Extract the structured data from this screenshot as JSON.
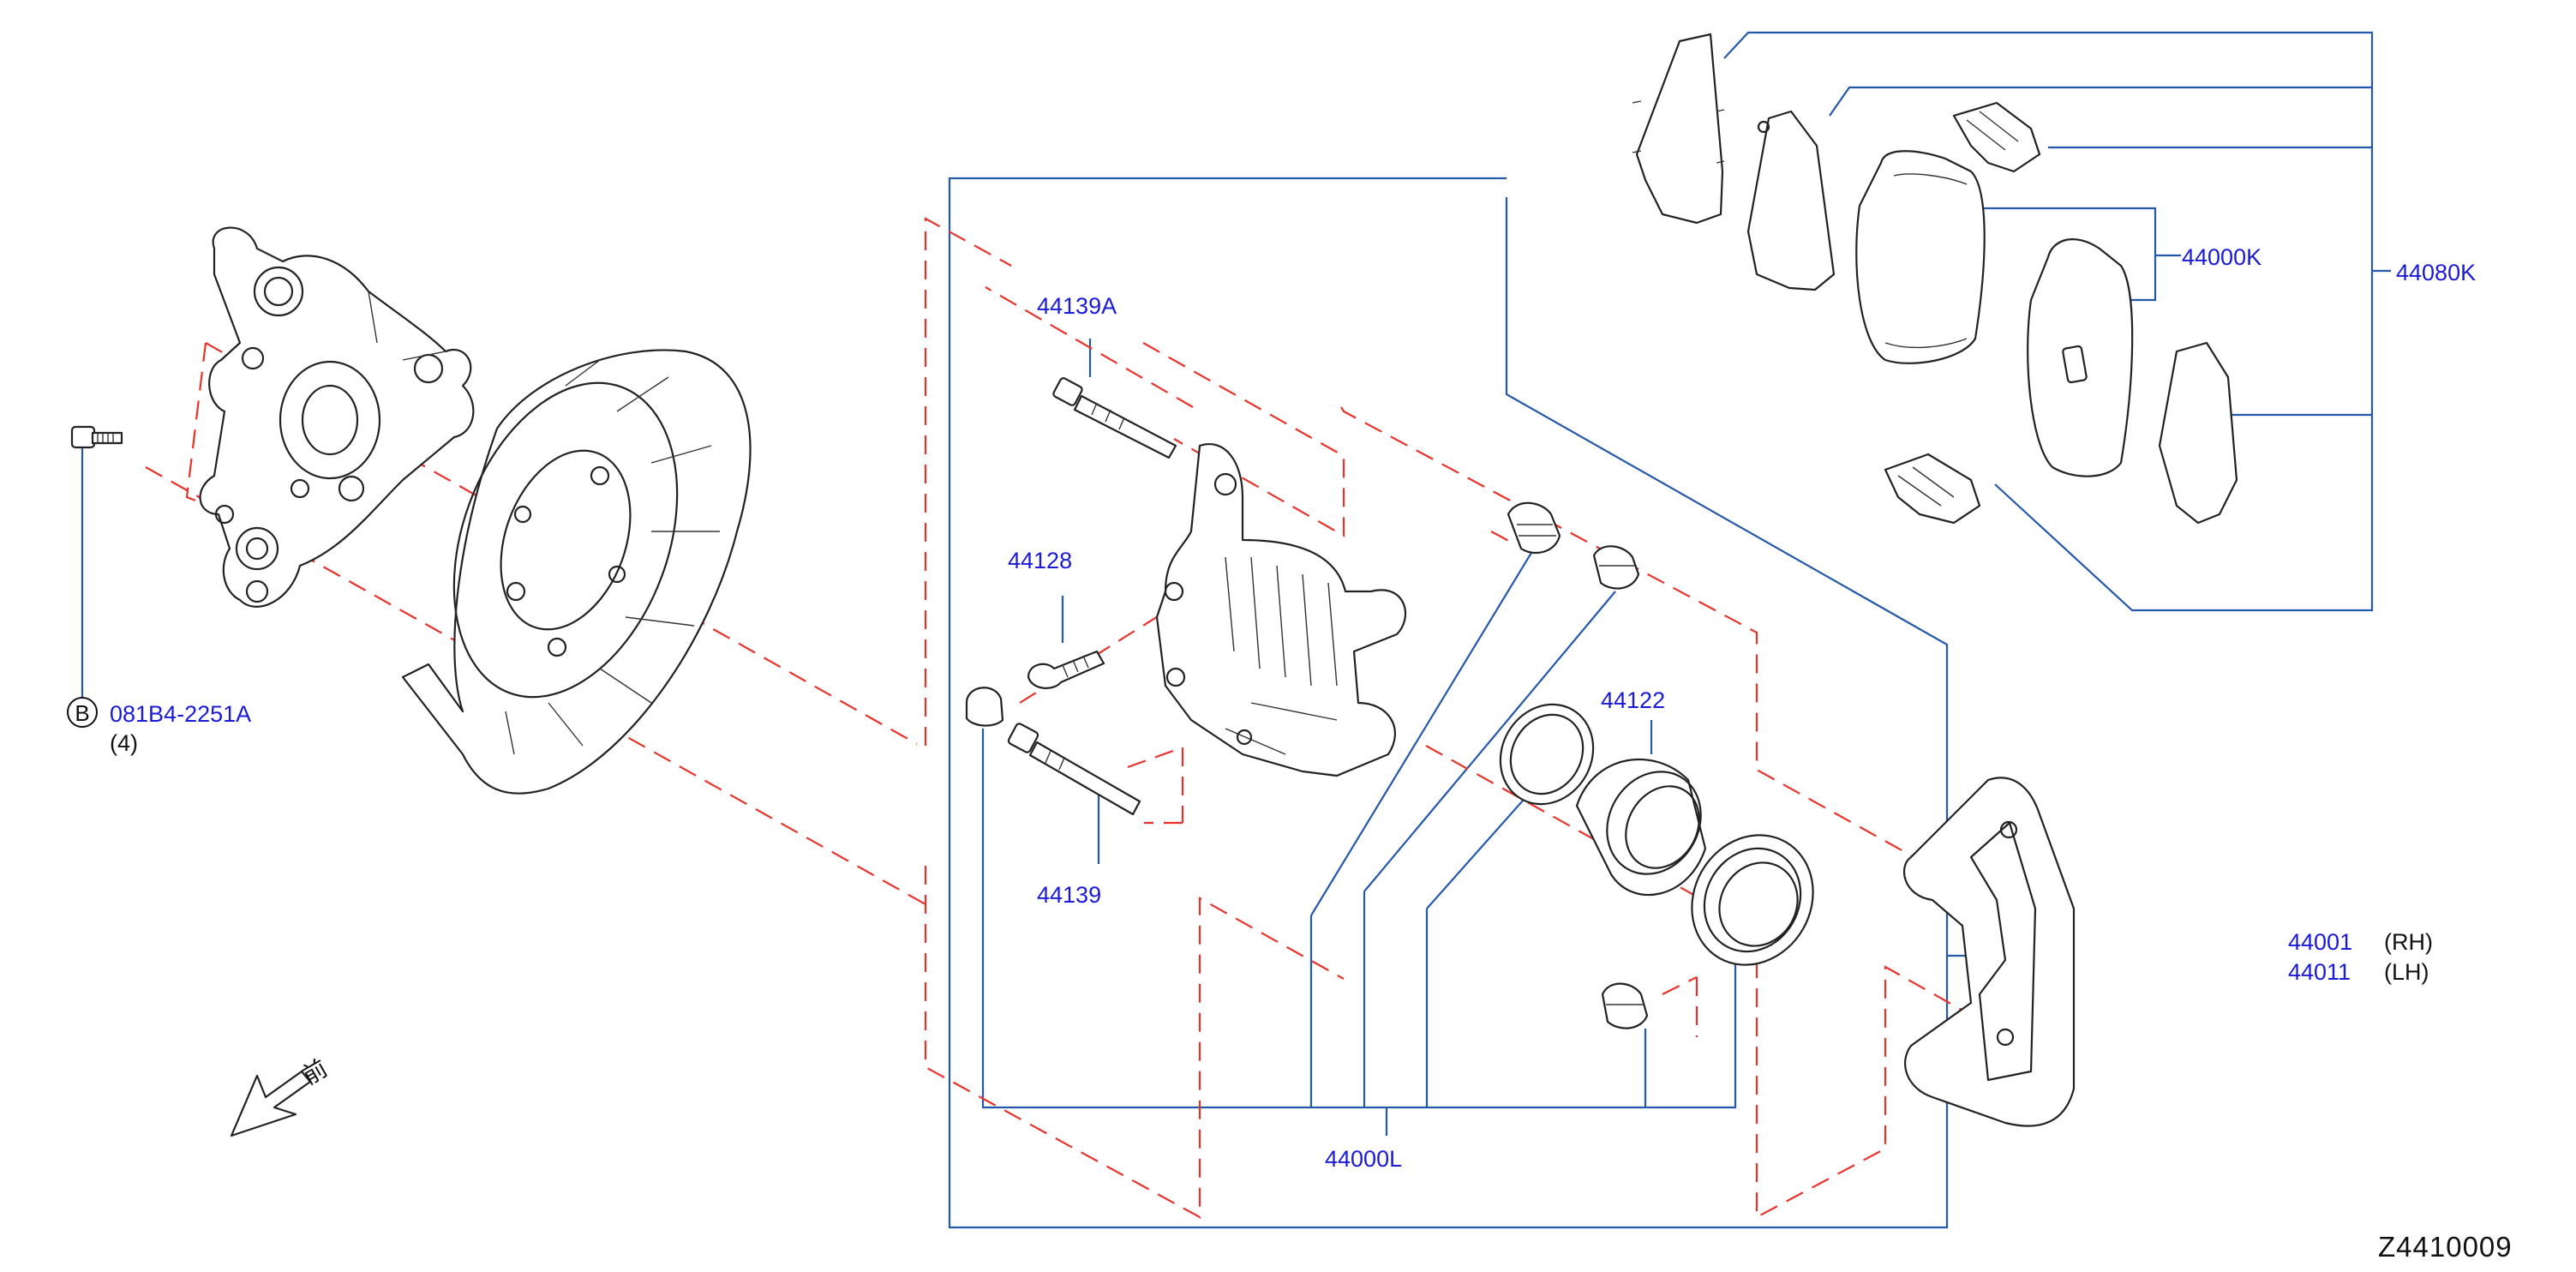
{
  "diagram_id": "Z4410009",
  "front_label": "前",
  "bolt": {
    "ref_letter": "B",
    "part_number": "081B4-2251A",
    "quantity": "(4)"
  },
  "parts": {
    "p44139A": "44139A",
    "p44128": "44128",
    "p44139": "44139",
    "p44122": "44122",
    "p44000L": "44000L",
    "p44000K": "44000K",
    "p44080K": "44080K",
    "p44001": "44001",
    "p44011": "44011",
    "rh": "(RH)",
    "lh": "(LH)"
  },
  "colors": {
    "part_number": "#1a1ad9",
    "leader_line": "#2458a8",
    "center_dash": "#e8332b",
    "ink": "#222222"
  }
}
